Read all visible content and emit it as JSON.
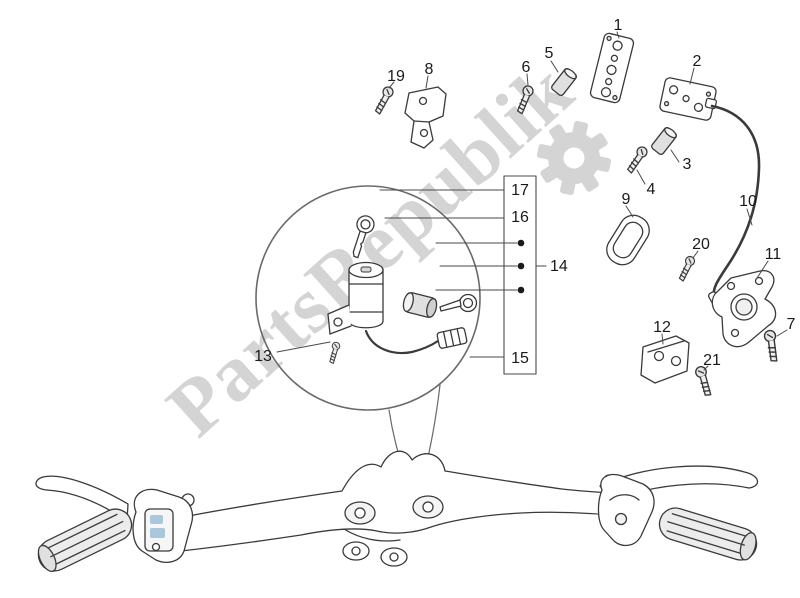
{
  "watermark": {
    "text": "PartsRepublik",
    "color": "#d4d4d4",
    "logo_icon": "gear-icon"
  },
  "colors": {
    "line_art": "#3a3a3a",
    "label_text": "#1a1a1a",
    "accent_blue": "#a9c8dc",
    "metal_gray": "#e0e0e0"
  },
  "callouts": [
    {
      "label": "1"
    },
    {
      "label": "2"
    },
    {
      "label": "3"
    },
    {
      "label": "4"
    },
    {
      "label": "5"
    },
    {
      "label": "6"
    },
    {
      "label": "7"
    },
    {
      "label": "8"
    },
    {
      "label": "9"
    },
    {
      "label": "10"
    },
    {
      "label": "11"
    },
    {
      "label": "12"
    },
    {
      "label": "13"
    },
    {
      "label": "14"
    },
    {
      "label": "15"
    },
    {
      "label": "16"
    },
    {
      "label": "17"
    },
    {
      "label": "19"
    },
    {
      "label": "20"
    },
    {
      "label": "21"
    }
  ]
}
